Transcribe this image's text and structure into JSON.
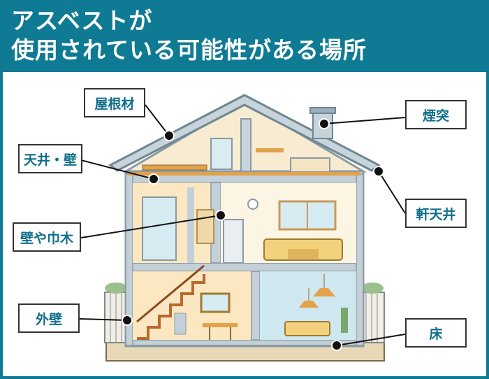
{
  "header": {
    "title_line1": "アスベストが",
    "title_line2": "使用されている可能性がある場所"
  },
  "labels": {
    "roof": "屋根材",
    "ceiling_wall": "天井・壁",
    "wall_baseboard": "壁や巾木",
    "exterior_wall": "外壁",
    "chimney": "煙突",
    "eave_ceiling": "軒天井",
    "floor": "床"
  },
  "colors": {
    "header_bg": "#0f7a93",
    "label_text": "#0f6e8a",
    "wall_fill": "#fdf1d6",
    "structure": "#c4d0d8",
    "accent_wood": "#e3a24a"
  }
}
